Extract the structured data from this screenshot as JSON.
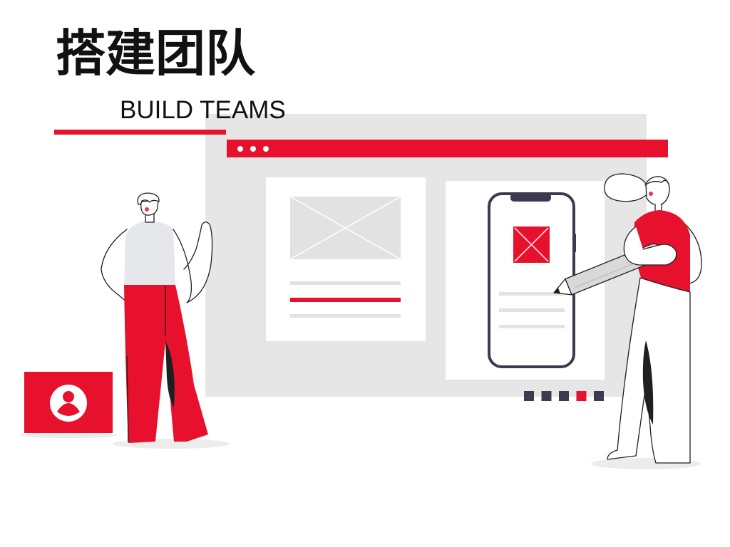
{
  "title": "搭建团队",
  "subtitle": "BUILD TEAMS",
  "colors": {
    "accent": "#e8112d",
    "panel": "#e6e6e6",
    "placeholder": "#e2e2e2",
    "ink": "#3c3a4e",
    "text": "#111111"
  },
  "icons": {
    "window_controls": "three-dots-icon",
    "image_placeholder": "image-placeholder-icon",
    "phone_image": "image-placeholder-icon",
    "profile": "user-avatar-icon"
  },
  "pagination": {
    "count": 5,
    "active_index": 3
  }
}
